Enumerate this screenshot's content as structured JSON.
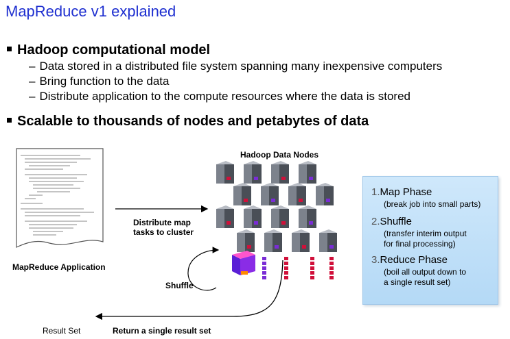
{
  "slide": {
    "title": "MapReduce v1 explained",
    "bullets": [
      {
        "heading": "Hadoop computational model",
        "items": [
          "Data stored in a distributed file system spanning many inexpensive computers",
          "Bring function to the data",
          "Distribute application to the compute resources where the data is stored"
        ]
      },
      {
        "heading": "Scalable to thousands of nodes and petabytes of data"
      }
    ]
  },
  "diagram": {
    "application_label": "MapReduce Application",
    "distribute_label_1": "Distribute map",
    "distribute_label_2": "tasks to cluster",
    "nodes_title": "Hadoop Data Nodes",
    "shuffle_label": "Shuffle",
    "return_label": "Return a single result set",
    "result_label": "Result Set",
    "dash": "–"
  },
  "phases": [
    {
      "num": "1.",
      "name": "Map Phase",
      "desc": [
        "(break job into small parts)"
      ]
    },
    {
      "num": "2.",
      "name": "Shuffle",
      "desc": [
        "(transfer interim output",
        "for final processing)"
      ]
    },
    {
      "num": "3.",
      "name": "Reduce Phase",
      "desc": [
        "(boil all output down to",
        "a single result set)"
      ]
    }
  ],
  "colors": {
    "title": "#1e2fd0",
    "box_top": "#cfe8fb",
    "box_bottom": "#b4d9f6",
    "server_dark": "#4a4f57",
    "red_mark": "#d0103a",
    "purple_mark": "#7a2cd6"
  }
}
